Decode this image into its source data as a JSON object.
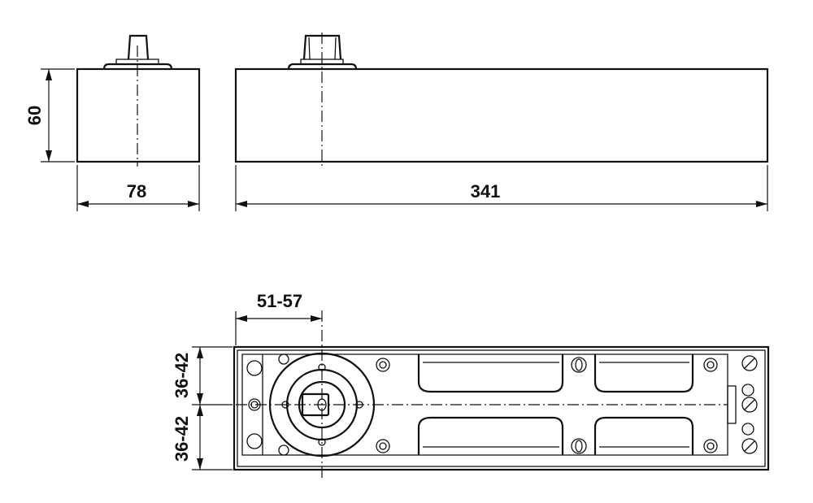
{
  "title": "Floor spring dimensional drawing",
  "dimensions": {
    "height": "60",
    "depth": "78",
    "length": "341",
    "spindle_offset": "51-57",
    "half_width_top": "36-42",
    "half_width_bottom": "36-42"
  },
  "colors": {
    "line": "#111111",
    "background": "#ffffff"
  }
}
